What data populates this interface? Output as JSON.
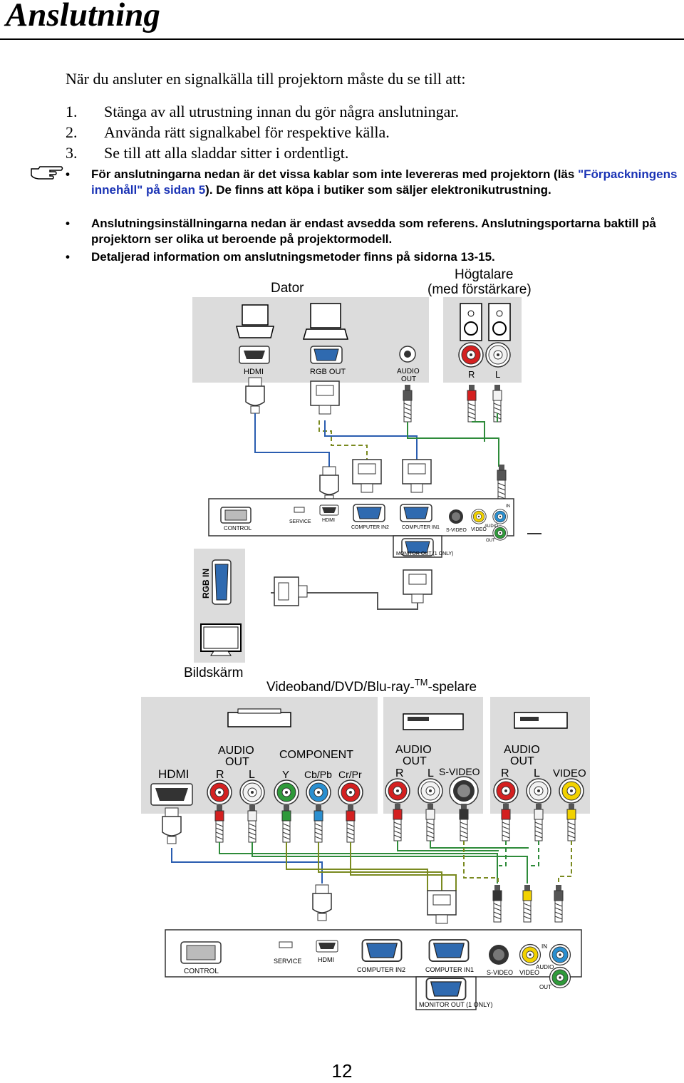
{
  "page": {
    "title": "Anslutning",
    "intro": "När du ansluter en signalkälla till projektorn måste du se till att:",
    "steps": [
      {
        "num": "1.",
        "text": "Stänga av all utrustning innan du gör några anslutningar."
      },
      {
        "num": "2.",
        "text": "Använda rätt signalkabel för respektive källa."
      },
      {
        "num": "3.",
        "text": "Se till att alla sladdar sitter i ordentligt."
      }
    ],
    "notes": {
      "bullet": "•",
      "n1_part1": "För anslutningarna nedan är det vissa kablar som inte levereras med projektorn (läs ",
      "n1_link": "\"Förpackningens innehåll\" på sidan 5",
      "n1_part2": "). De finns att köpa i butiker som säljer elektronikutrustning.",
      "n2": "Anslutningsinställningarna nedan är endast avsedda som referens. Anslutningsportarna baktill på projektorn ser olika ut beroende på projektormodell.",
      "n3": "Detaljerad information om anslutningsmetoder finns på sidorna 13-15."
    },
    "page_number": "12"
  },
  "diagram": {
    "top": {
      "computer_label": "Dator",
      "speaker_label_1": "Högtalare",
      "speaker_label_2": "(med förstärkare)",
      "ports": {
        "hdmi": "HDMI",
        "rgb_out": "RGB OUT",
        "audio_out_1": "AUDIO",
        "audio_out_2": "OUT",
        "r": "R",
        "l": "L"
      }
    },
    "projector_1": {
      "control": "CONTROL",
      "service": "SERVICE",
      "hdmi": "HDMI",
      "computer_in2": "COMPUTER IN2",
      "computer_in1": "COMPUTER IN1",
      "s_video": "S-VIDEO",
      "video": "VIDEO",
      "audio": "AUDIO",
      "in": "IN",
      "out": "OUT",
      "monitor_out": "MONITOR OUT (1 ONLY)"
    },
    "monitor": {
      "rgb_in": "RGB IN",
      "label": "Bildskärm"
    },
    "av": {
      "label_pre": "Videoband/DVD/Blu-ray-",
      "label_tm": "TM",
      "label_post": "-spelare",
      "panel1": {
        "hdmi": "HDMI",
        "audio_out_1": "AUDIO",
        "audio_out_2": "OUT",
        "r": "R",
        "l": "L",
        "component": "COMPONENT",
        "y": "Y",
        "cb": "Cb/Pb",
        "cr": "Cr/Pr"
      },
      "panel2": {
        "audio_out_1": "AUDIO",
        "audio_out_2": "OUT",
        "r": "R",
        "l": "L",
        "s_video": "S-VIDEO"
      },
      "panel3": {
        "audio_out_1": "AUDIO",
        "audio_out_2": "OUT",
        "r": "R",
        "l": "L",
        "video": "VIDEO"
      }
    },
    "projector_2": {
      "control": "CONTROL",
      "service": "SERVICE",
      "hdmi": "HDMI",
      "computer_in2": "COMPUTER IN2",
      "computer_in1": "COMPUTER IN1",
      "s_video": "S-VIDEO",
      "video": "VIDEO",
      "audio": "AUDIO",
      "in": "IN",
      "out": "OUT",
      "monitor_out": "MONITOR OUT (1 ONLY)"
    },
    "colors": {
      "panel": "#dcdcdc",
      "red": "#d42020",
      "white": "#f2f2f2",
      "green": "#2f9a3a",
      "blue": "#2a8fd0",
      "yellow": "#f2d200",
      "vga_blue": "#2f6ab0",
      "wire_blue": "#2a5db0",
      "wire_olive": "#7a8a20",
      "wire_green": "#2e8b3a"
    }
  }
}
